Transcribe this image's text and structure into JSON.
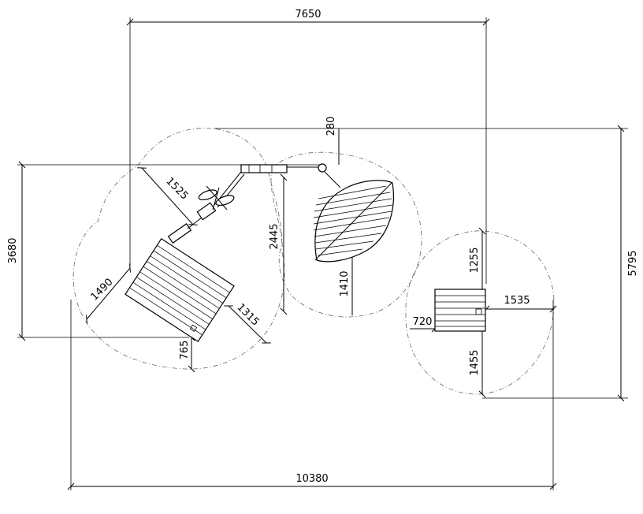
{
  "dimensions": {
    "total_width": "10380",
    "top_span": "7650",
    "total_depth": "5795",
    "left_depth": "3680",
    "offset_top": "280",
    "arm_length": "1525",
    "center_drop": "2445",
    "leaf_height": "1410",
    "box_left": "1490",
    "box_right": "1315",
    "box_bottom": "765",
    "seat_top": "1255",
    "seat_right": "1535",
    "seat_left": "720",
    "seat_bottom": "1455"
  },
  "elements": {
    "safety_zones": "dashed outlines",
    "equipment": [
      "cabin",
      "connecting arm",
      "propeller",
      "leaf platform",
      "bench"
    ]
  }
}
